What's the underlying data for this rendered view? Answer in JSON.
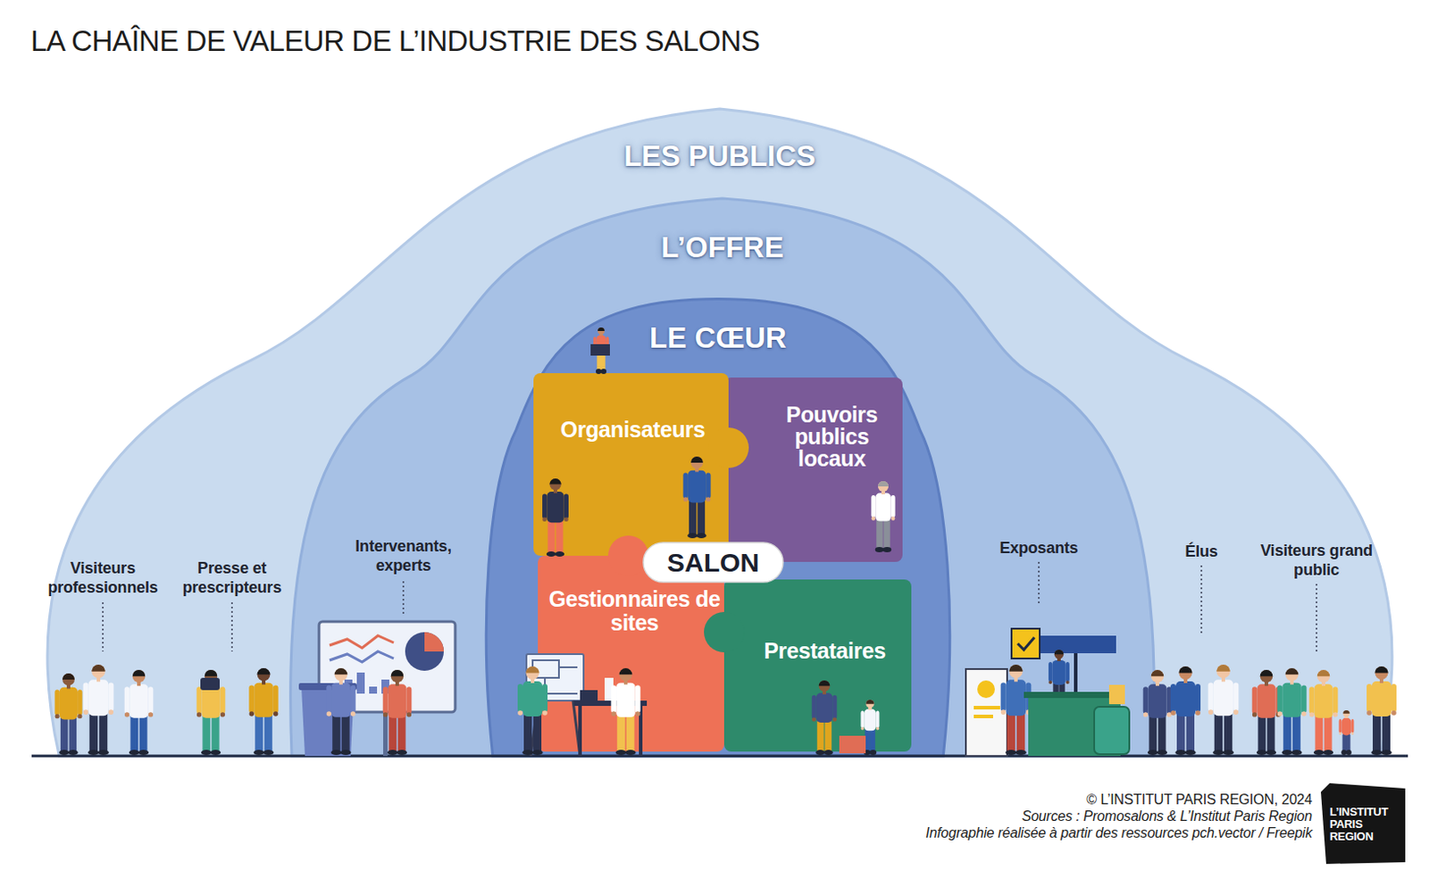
{
  "diagram": {
    "title": "LA CHAÎNE DE VALEUR DE L’INDUSTRIE DES SALONS",
    "nodes": [
      {
        "text": [
          "LES PUBLICS"
        ]
      },
      {
        "text": [
          "L’OFFRE"
        ],
        "in": 0
      },
      {
        "text": [
          "LE CŒUR"
        ],
        "in": 1
      },
      {
        "text": [
          "Organisateurs"
        ],
        "in": 2
      },
      {
        "text": [
          "Pouvoirs publics locaux"
        ],
        "in": 2
      },
      {
        "text": [
          "SALON"
        ],
        "in": 2
      },
      {
        "text": [
          "Gestionnaires de sites"
        ],
        "in": 2
      },
      {
        "text": [
          "Prestataires"
        ],
        "in": 2
      },
      {
        "text": [
          "L’INSTITUT PARIS REGION"
        ]
      }
    ],
    "labels": [
      "Visiteurs professionnels",
      "Presse et prescripteurs",
      "Intervenants, experts",
      "Exposants",
      "Élus",
      "Visiteurs grand public",
      "© L’INSTITUT PARIS REGION, 2024",
      "Sources : Promosalons & L’Institut Paris Region",
      "Infographie réalisée à partir des ressources pch.vector / Freepik"
    ]
  }
}
